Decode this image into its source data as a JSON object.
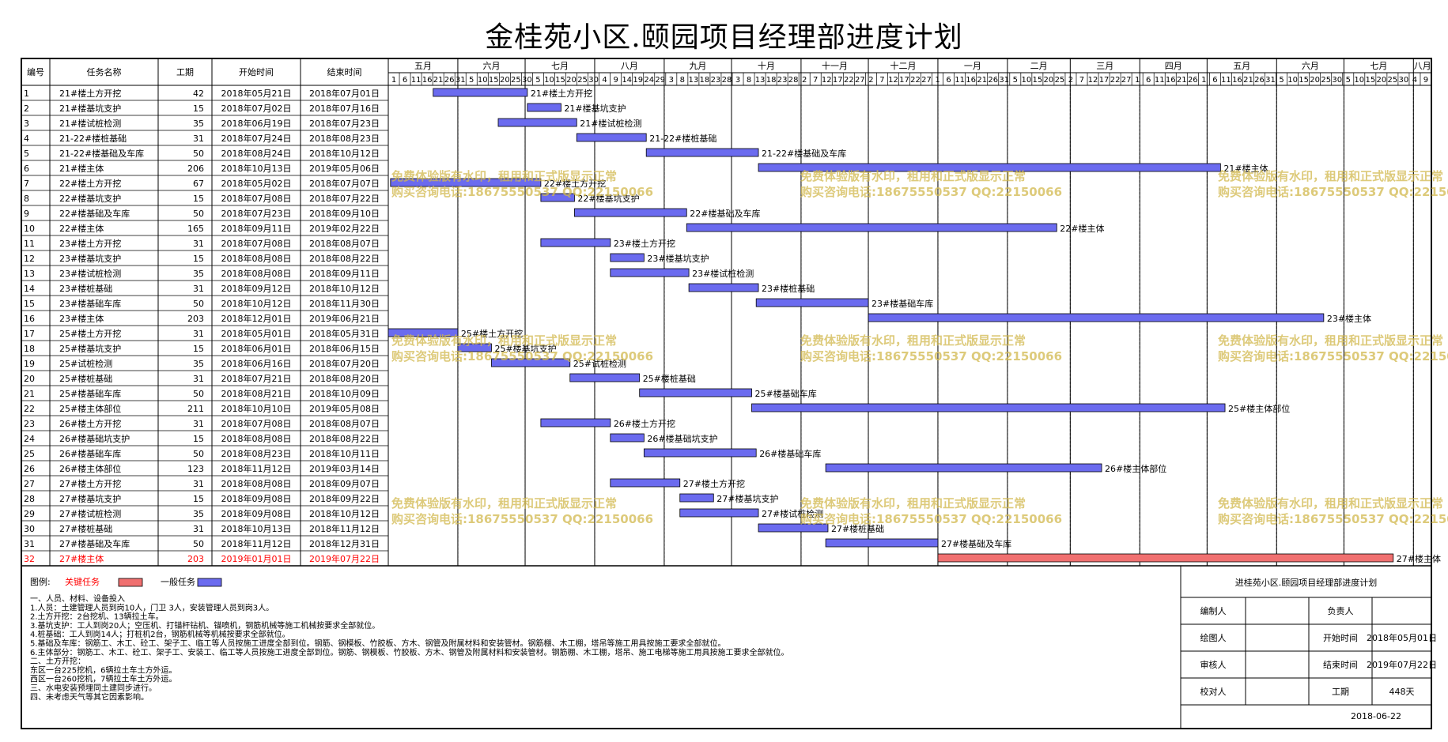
{
  "title": "金桂苑小区.颐园项目经理部进度计划",
  "headers": {
    "id": "编号",
    "name": "任务名称",
    "dur": "工期",
    "start": "开始时间",
    "end": "结束时间"
  },
  "months": [
    "五月",
    "六月",
    "七月",
    "八月",
    "九月",
    "十月",
    "十一月",
    "十二月",
    "一月",
    "二月",
    "三月",
    "四月",
    "五月",
    "六月",
    "七月",
    "八月"
  ],
  "day_ticks": [
    "1",
    "6",
    "11",
    "16",
    "21",
    "26",
    "31",
    "5",
    "10",
    "15",
    "20",
    "25",
    "30",
    "5",
    "10",
    "15",
    "20",
    "25",
    "30",
    "4",
    "9",
    "14",
    "19",
    "24",
    "29",
    "3",
    "8",
    "13",
    "18",
    "23",
    "28",
    "3",
    "8",
    "13",
    "18",
    "23",
    "28",
    "2",
    "7",
    "12",
    "17",
    "22",
    "27",
    "2",
    "7",
    "12",
    "17",
    "22",
    "27",
    "1",
    "6",
    "11",
    "16",
    "21",
    "26",
    "31",
    "5",
    "10",
    "15",
    "20",
    "25",
    "2",
    "7",
    "12",
    "17",
    "22",
    "27",
    "1",
    "6",
    "11",
    "16",
    "21",
    "26",
    "1",
    "6",
    "11",
    "16",
    "21",
    "26",
    "31",
    "5",
    "10",
    "15",
    "20",
    "25",
    "30",
    "5",
    "10",
    "15",
    "20",
    "25",
    "30",
    "4",
    "9"
  ],
  "chart_data": {
    "type": "gantt",
    "title": "金桂苑小区.颐园项目经理部进度计划",
    "x_range": [
      "2018-05-01",
      "2019-08-09"
    ],
    "tasks": [
      {
        "id": "1",
        "name": "21#楼土方开挖",
        "duration": "42",
        "start": "2018年05月21日",
        "end": "2018年07月01日",
        "critical": false
      },
      {
        "id": "2",
        "name": "21#楼基坑支护",
        "duration": "15",
        "start": "2018年07月02日",
        "end": "2018年07月16日",
        "critical": false
      },
      {
        "id": "3",
        "name": "21#楼试桩检测",
        "duration": "35",
        "start": "2018年06月19日",
        "end": "2018年07月23日",
        "critical": false
      },
      {
        "id": "4",
        "name": "21-22#楼桩基础",
        "duration": "31",
        "start": "2018年07月24日",
        "end": "2018年08月23日",
        "critical": false
      },
      {
        "id": "5",
        "name": "21-22#楼基础及车库",
        "duration": "50",
        "start": "2018年08月24日",
        "end": "2018年10月12日",
        "critical": false
      },
      {
        "id": "6",
        "name": "21#楼主体",
        "duration": "206",
        "start": "2018年10月13日",
        "end": "2019年05月06日",
        "critical": false
      },
      {
        "id": "7",
        "name": "22#楼土方开挖",
        "duration": "67",
        "start": "2018年05月02日",
        "end": "2018年07月07日",
        "critical": false
      },
      {
        "id": "8",
        "name": "22#楼基坑支护",
        "duration": "15",
        "start": "2018年07月08日",
        "end": "2018年07月22日",
        "critical": false
      },
      {
        "id": "9",
        "name": "22#楼基础及车库",
        "duration": "50",
        "start": "2018年07月23日",
        "end": "2018年09月10日",
        "critical": false
      },
      {
        "id": "10",
        "name": "22#楼主体",
        "duration": "165",
        "start": "2018年09月11日",
        "end": "2019年02月22日",
        "critical": false
      },
      {
        "id": "11",
        "name": "23#楼土方开挖",
        "duration": "31",
        "start": "2018年07月08日",
        "end": "2018年08月07日",
        "critical": false
      },
      {
        "id": "12",
        "name": "23#楼基坑支护",
        "duration": "15",
        "start": "2018年08月08日",
        "end": "2018年08月22日",
        "critical": false
      },
      {
        "id": "13",
        "name": "23#楼试桩检测",
        "duration": "35",
        "start": "2018年08月08日",
        "end": "2018年09月11日",
        "critical": false
      },
      {
        "id": "14",
        "name": "23#楼桩基础",
        "duration": "31",
        "start": "2018年09月12日",
        "end": "2018年10月12日",
        "critical": false
      },
      {
        "id": "15",
        "name": "23#楼基础车库",
        "duration": "50",
        "start": "2018年10月12日",
        "end": "2018年11月30日",
        "critical": false
      },
      {
        "id": "16",
        "name": "23#楼主体",
        "duration": "203",
        "start": "2018年12月01日",
        "end": "2019年06月21日",
        "critical": false
      },
      {
        "id": "17",
        "name": "25#楼土方开挖",
        "duration": "31",
        "start": "2018年05月01日",
        "end": "2018年05月31日",
        "critical": false
      },
      {
        "id": "18",
        "name": "25#楼基坑支护",
        "duration": "15",
        "start": "2018年06月01日",
        "end": "2018年06月15日",
        "critical": false
      },
      {
        "id": "19",
        "name": "25#试桩检测",
        "duration": "35",
        "start": "2018年06月16日",
        "end": "2018年07月20日",
        "critical": false
      },
      {
        "id": "20",
        "name": "25#楼桩基础",
        "duration": "31",
        "start": "2018年07月21日",
        "end": "2018年08月20日",
        "critical": false
      },
      {
        "id": "21",
        "name": "25#楼基础车库",
        "duration": "50",
        "start": "2018年08月21日",
        "end": "2018年10月09日",
        "critical": false
      },
      {
        "id": "22",
        "name": "25#楼主体部位",
        "duration": "211",
        "start": "2018年10月10日",
        "end": "2019年05月08日",
        "critical": false
      },
      {
        "id": "23",
        "name": "26#楼土方开挖",
        "duration": "31",
        "start": "2018年07月08日",
        "end": "2018年08月07日",
        "critical": false
      },
      {
        "id": "24",
        "name": "26#楼基础坑支护",
        "duration": "15",
        "start": "2018年08月08日",
        "end": "2018年08月22日",
        "critical": false
      },
      {
        "id": "25",
        "name": "26#楼基础车库",
        "duration": "50",
        "start": "2018年08月23日",
        "end": "2018年10月11日",
        "critical": false
      },
      {
        "id": "26",
        "name": "26#楼主体部位",
        "duration": "123",
        "start": "2018年11月12日",
        "end": "2019年03月14日",
        "critical": false
      },
      {
        "id": "27",
        "name": "27#楼土方开挖",
        "duration": "31",
        "start": "2018年08月08日",
        "end": "2018年09月07日",
        "critical": false
      },
      {
        "id": "28",
        "name": "27#楼基坑支护",
        "duration": "15",
        "start": "2018年09月08日",
        "end": "2018年09月22日",
        "critical": false
      },
      {
        "id": "29",
        "name": "27#楼试桩检测",
        "duration": "35",
        "start": "2018年09月08日",
        "end": "2018年10月12日",
        "critical": false
      },
      {
        "id": "30",
        "name": "27#楼桩基础",
        "duration": "31",
        "start": "2018年10月13日",
        "end": "2018年11月12日",
        "critical": false
      },
      {
        "id": "31",
        "name": "27#楼基础及车库",
        "duration": "50",
        "start": "2018年11月12日",
        "end": "2018年12月31日",
        "critical": false
      },
      {
        "id": "32",
        "name": "27#楼主体",
        "duration": "203",
        "start": "2019年01月01日",
        "end": "2019年07月22日",
        "critical": true
      }
    ]
  },
  "colors": {
    "normal": "#6b6bef",
    "critical": "#f07070",
    "critical_text": "#ff0000",
    "watermark": "#d2b84e"
  },
  "watermark": {
    "line1": "免费体验版有水印，租用和正式版显示正常",
    "line2": "购买咨询电话:18675550537 QQ:22150066"
  },
  "legend": {
    "label": "图例:",
    "critical": "关键任务",
    "normal": "一般任务"
  },
  "notes": [
    "一、人员、材料、设备投入",
    "1.人员：土建管理人员到岗10人，门卫 3人，安装管理人员到岗3人。",
    "2.土方开挖：2台挖机、13辆拉土车。",
    "3.基坑支护：工人到岗20人；空压机、打锚杆钻机、锚喷机，钢筋机械等施工机械按要求全部就位。",
    "4.桩基础：工人到岗14人；打桩机2台，钢筋机械等机械按要求全部就位。",
    "5.基础及车库：钢筋工、木工、砼工、架子工、临工等人员按施工进度全部到位。钢筋、钢模板、竹胶板、方木、钢管及附属材料和安装管材。钢筋棚、木工棚，塔吊等施工用具按施工要求全部就位。",
    "6.主体部分：钢筋工、木工、砼工、架子工、安装工、临工等人员按施工进度全部到位。钢筋、钢模板、竹胶板、方木、钢管及附属材料和安装管材。钢筋棚、木工棚，塔吊、施工电梯等施工用具按施工要求全部就位。",
    "二、土方开挖：",
    "东区一台225挖机，6辆拉土车土方外运。",
    "西区一台260挖机，7辆拉土车土方外运。",
    "三、水电安装预埋同土建同步进行。",
    "四、未考虑天气等其它因素影响。"
  ],
  "info": {
    "title": "进桂苑小区.颐园项目经理部进度计划",
    "editor_label": "编制人",
    "editor": "",
    "manager_label": "负责人",
    "manager": "",
    "drawer_label": "绘图人",
    "drawer": "",
    "start_label": "开始时间",
    "start": "2018年05月01日",
    "reviewer_label": "审核人",
    "reviewer": "",
    "end_label": "结束时间",
    "end": "2019年07月22日",
    "checker_label": "校对人",
    "checker": "",
    "duration_label": "工期",
    "duration": "448天",
    "date": "2018-06-22"
  }
}
